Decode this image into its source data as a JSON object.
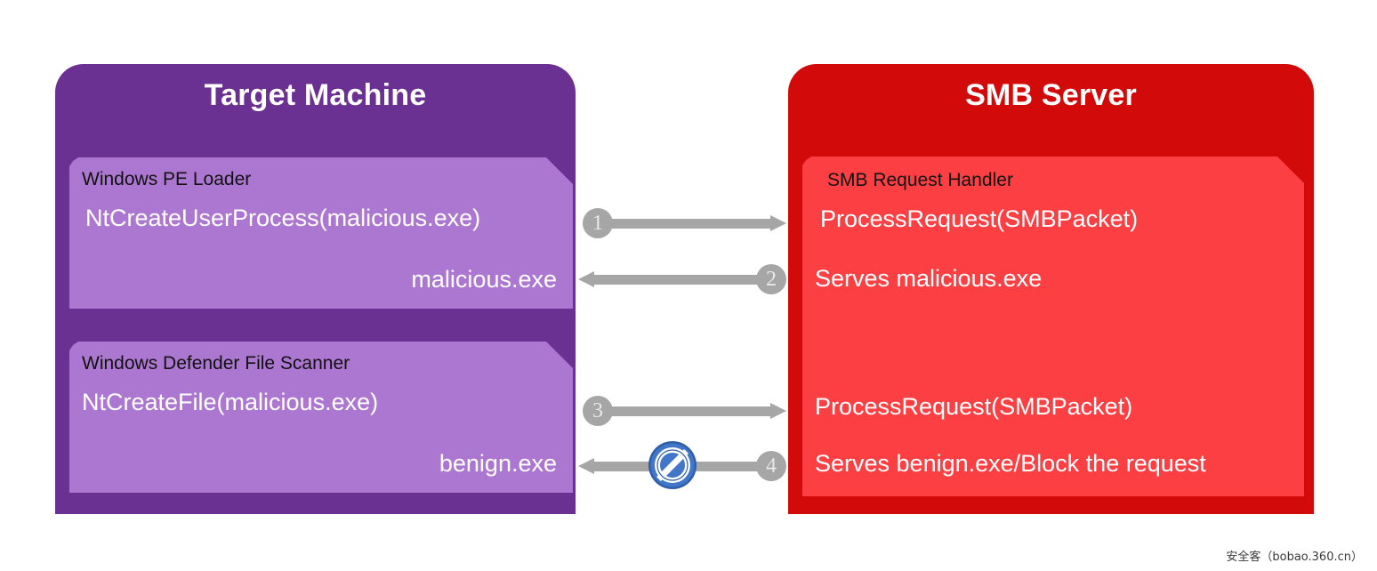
{
  "diagram": {
    "title_left": "Target Machine",
    "title_right": "SMB Server",
    "colors": {
      "target_panel": "#6B3192",
      "target_card": "#AC77D0",
      "smb_panel": "#D20A0A",
      "smb_card": "#FC3F43",
      "arrow": "#A6A6A6",
      "badge_text": "#E8E8E8",
      "block_icon": "#3B6FC4"
    }
  },
  "target": {
    "cards": [
      {
        "header": "Windows PE Loader",
        "line1": "NtCreateUserProcess(malicious.exe)",
        "line2": "malicious.exe"
      },
      {
        "header": "Windows Defender File Scanner",
        "line1": "NtCreateFile(malicious.exe)",
        "line2": "benign.exe"
      }
    ]
  },
  "smb": {
    "card": {
      "header": "SMB Request Handler",
      "line1": "ProcessRequest(SMBPacket)",
      "line2": "Serves malicious.exe",
      "line3": "ProcessRequest(SMBPacket)",
      "line4": "Serves benign.exe/Block the request"
    }
  },
  "flow": {
    "steps": [
      {
        "number": "1",
        "direction": "right"
      },
      {
        "number": "2",
        "direction": "left"
      },
      {
        "number": "3",
        "direction": "right"
      },
      {
        "number": "4",
        "direction": "left"
      }
    ],
    "block_icon": "no-entry-icon"
  },
  "watermark": {
    "text": "安全客（bobao.360.cn）"
  }
}
